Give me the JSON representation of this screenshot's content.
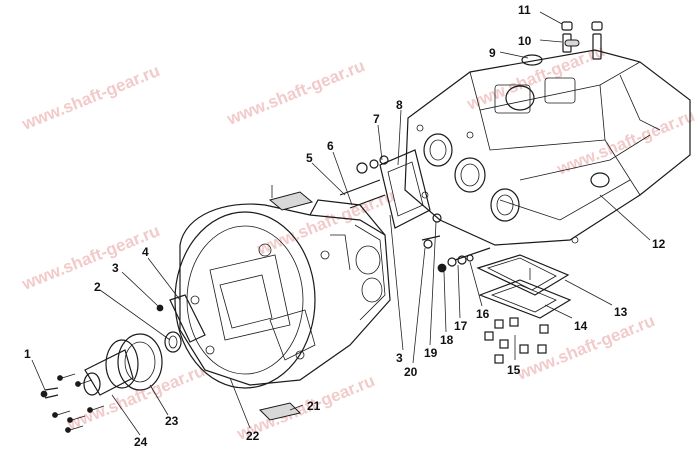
{
  "watermark": {
    "text": "www.shaft-gear.ru",
    "color": "#e8a0a0"
  },
  "callouts": [
    "1",
    "2",
    "3",
    "4",
    "5",
    "6",
    "7",
    "8",
    "9",
    "10",
    "11",
    "12",
    "13",
    "14",
    "15",
    "16",
    "17",
    "18",
    "19",
    "20",
    "3",
    "21",
    "22",
    "23",
    "24"
  ]
}
